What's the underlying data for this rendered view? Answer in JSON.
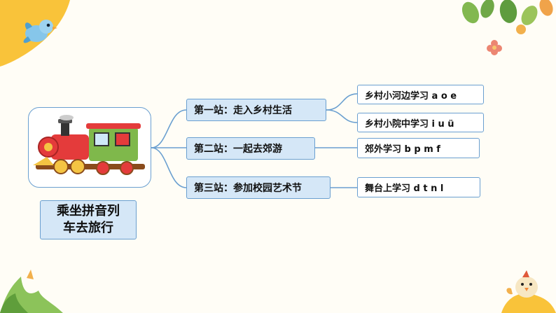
{
  "central_topic": {
    "line1": "乘坐拼音列",
    "line2": "车去旅行"
  },
  "stations": [
    {
      "label": "第一站：走入乡村生活",
      "stops": [
        "乡村小河边学习 a o e",
        "乡村小院中学习 i u ü"
      ]
    },
    {
      "label": "第二站：一起去郊游",
      "stops": [
        "郊外学习 b p m f"
      ]
    },
    {
      "label": "第三站：参加校园艺术节",
      "stops": [
        "舞台上学习 d t n l"
      ]
    }
  ],
  "colors": {
    "background": "#fffdf6",
    "box_fill": "#d5e7f7",
    "box_border": "#6a9fd0",
    "connector": "#6a9fd0"
  },
  "decorations": [
    "bird-icon",
    "leaves-icon",
    "flower-icon",
    "grass-icon",
    "chick-icon",
    "train-icon"
  ]
}
